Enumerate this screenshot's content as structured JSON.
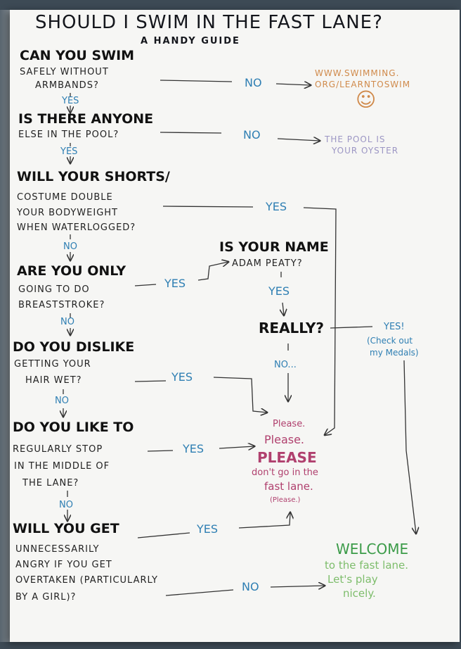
{
  "title": "SHOULD I SWIM IN THE FAST LANE?",
  "subtitle": "A HANDY GUIDE",
  "questions": {
    "q1": {
      "title": "CAN YOU SWIM",
      "lines": [
        "SAFELY WITHOUT",
        "ARMBANDS?"
      ]
    },
    "q2": {
      "title": "IS THERE ANYONE",
      "lines": [
        "ELSE IN THE POOL?"
      ]
    },
    "q3": {
      "title": "WILL YOUR SHORTS/",
      "lines": [
        "COSTUME DOUBLE",
        "YOUR BODYWEIGHT",
        "WHEN WATERLOGGED?"
      ]
    },
    "q4": {
      "title": "ARE YOU ONLY",
      "lines": [
        "GOING TO DO",
        "BREASTSTROKE?"
      ]
    },
    "q5": {
      "title": "DO YOU DISLIKE",
      "lines": [
        "GETTING YOUR",
        "HAIR WET?"
      ]
    },
    "q6": {
      "title": "DO YOU LIKE TO",
      "lines": [
        "REGULARLY STOP",
        "IN THE MIDDLE OF",
        "THE LANE?"
      ]
    },
    "q7": {
      "title": "WILL YOU GET",
      "lines": [
        "UNNECESSARILY",
        "ANGRY IF YOU GET",
        "OVERTAKEN (PARTICULARLY",
        "BY A GIRL)?"
      ]
    },
    "adam": {
      "title": "IS YOUR NAME",
      "lines": [
        "ADAM PEATY?"
      ]
    },
    "really": {
      "title": "REALLY?"
    }
  },
  "answers": {
    "yes": "YES",
    "no": "NO",
    "no_dots": "NO...",
    "yes_medals": [
      "YES!",
      "(Check out",
      "my Medals)"
    ]
  },
  "outcomes": {
    "learn_to_swim": [
      "WWW.SWIMMING.",
      "ORG/LEARNTOSWIM"
    ],
    "smiley": "☺",
    "oyster": [
      "THE POOL IS",
      "YOUR OYSTER"
    ],
    "please": [
      "Please.",
      "Please.",
      "PLEASE",
      "don't go in the",
      "fast lane.",
      "(Please.)"
    ],
    "welcome": [
      "WELCOME",
      "to the fast lane.",
      "Let's play",
      "nicely."
    ]
  },
  "colors": {
    "ink": "#111111",
    "answer_blue": "#2f7fb3",
    "link_orange": "#d08a4b",
    "oyster_lavender": "#9c96c4",
    "please_pink": "#b0406e",
    "welcome_green": "#3b9b48"
  }
}
